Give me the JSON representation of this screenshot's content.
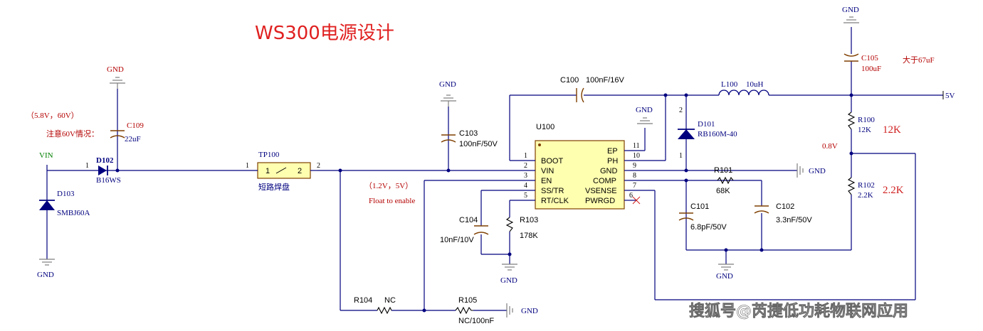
{
  "title": "WS300电源设计",
  "watermark": "搜狐号@芮捷低功耗物联网应用",
  "input": {
    "net_vin": "VIN",
    "range": "（5.8V，60V）",
    "note": "注意60V情况：",
    "c109_ref": "C109",
    "c109_val": "22uF",
    "d102_ref": "D102",
    "d102_val": "B16WS",
    "d102_pin": "1",
    "d103_ref": "D103",
    "d103_val": "SMBJ60A",
    "gnd": "GND"
  },
  "tp100": {
    "ref": "TP100",
    "pin1": "1",
    "pin2": "2",
    "label_in": "1",
    "label_out": "2",
    "desc": "短路焊盘"
  },
  "en_net": {
    "range": "（1.2V，5V）",
    "note": "Float to enable",
    "r104_ref": "R104",
    "r104_val": "NC",
    "r105_ref": "R105",
    "r105_val": "NC/100nF"
  },
  "c103": {
    "ref": "C103",
    "val": "100nF/50V"
  },
  "c100": {
    "ref": "C100",
    "val": "100nF/16V"
  },
  "u100": {
    "ref": "U100",
    "left_pins": [
      {
        "num": "1",
        "name": "BOOT"
      },
      {
        "num": "2",
        "name": "VIN"
      },
      {
        "num": "3",
        "name": "EN"
      },
      {
        "num": "4",
        "name": "SS/TR"
      },
      {
        "num": "5",
        "name": "RT/CLK"
      }
    ],
    "right_pins": [
      {
        "num": "11",
        "name": "EP"
      },
      {
        "num": "10",
        "name": "PH"
      },
      {
        "num": "9",
        "name": "GND"
      },
      {
        "num": "8",
        "name": "COMP"
      },
      {
        "num": "7",
        "name": "VSENSE"
      },
      {
        "num": "6",
        "name": "PWRGD"
      }
    ]
  },
  "c104": {
    "ref": "C104",
    "val": "10nF/10V"
  },
  "r103": {
    "ref": "R103",
    "val": "178K"
  },
  "d101": {
    "ref": "D101",
    "val": "RB160M-40",
    "pin1": "1",
    "pin2": "2"
  },
  "l100": {
    "ref": "L100",
    "val": "10uH"
  },
  "c105": {
    "ref": "C105",
    "val": "100uF",
    "note": "大于67uF"
  },
  "out_net": "5V",
  "r100": {
    "ref": "R100",
    "val": "12K",
    "big": "12K"
  },
  "r102": {
    "ref": "R102",
    "val": "2.2K",
    "big": "2.2K"
  },
  "vref": "0.8V",
  "r101": {
    "ref": "R101",
    "val": "68K"
  },
  "c101": {
    "ref": "C101",
    "val": "6.8pF/50V"
  },
  "c102": {
    "ref": "C102",
    "val": "3.3nF/50V"
  },
  "gnd": "GND"
}
